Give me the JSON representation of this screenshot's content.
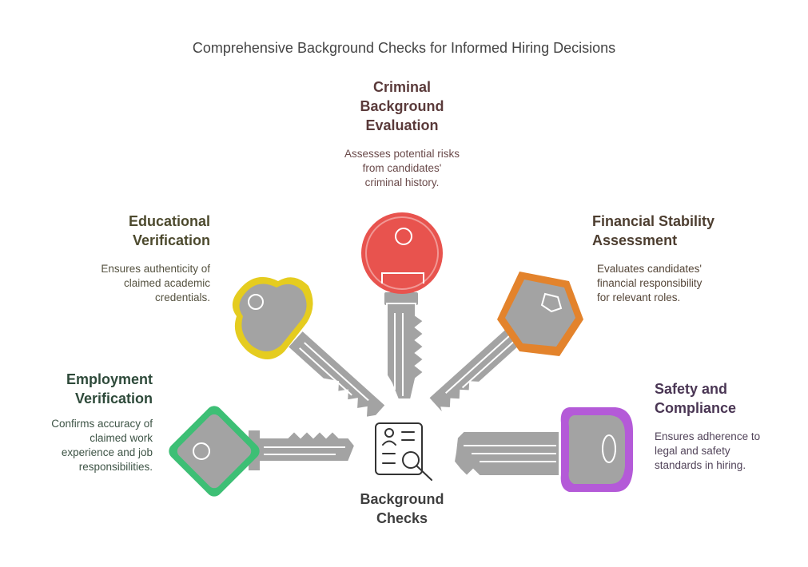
{
  "title": "Comprehensive Background Checks for Informed Hiring Decisions",
  "center": {
    "label_line1": "Background",
    "label_line2": "Checks",
    "icon": "background-check-icon"
  },
  "items": {
    "criminal": {
      "heading": [
        "Criminal",
        "Background",
        "Evaluation"
      ],
      "desc": [
        "Assesses potential risks",
        "from candidates'",
        "criminal history."
      ],
      "color": "#E8534E"
    },
    "educational": {
      "heading": [
        "Educational",
        "Verification"
      ],
      "desc": [
        "Ensures authenticity of",
        "claimed academic",
        "credentials."
      ],
      "color": "#E5CC1F"
    },
    "financial": {
      "heading": [
        "Financial Stability",
        "Assessment"
      ],
      "desc": [
        "Evaluates candidates'",
        "financial responsibility",
        "for relevant roles."
      ],
      "color": "#E3832C"
    },
    "employment": {
      "heading": [
        "Employment",
        "Verification"
      ],
      "desc": [
        "Confirms accuracy of",
        "claimed work",
        "experience and job",
        "responsibilities."
      ],
      "color": "#3DBF75"
    },
    "safety": {
      "heading": [
        "Safety and",
        "Compliance"
      ],
      "desc": [
        "Ensures adherence to",
        "legal and safety",
        "standards in hiring."
      ],
      "color": "#B45AD8"
    }
  },
  "key_gray": "#A3A3A3"
}
